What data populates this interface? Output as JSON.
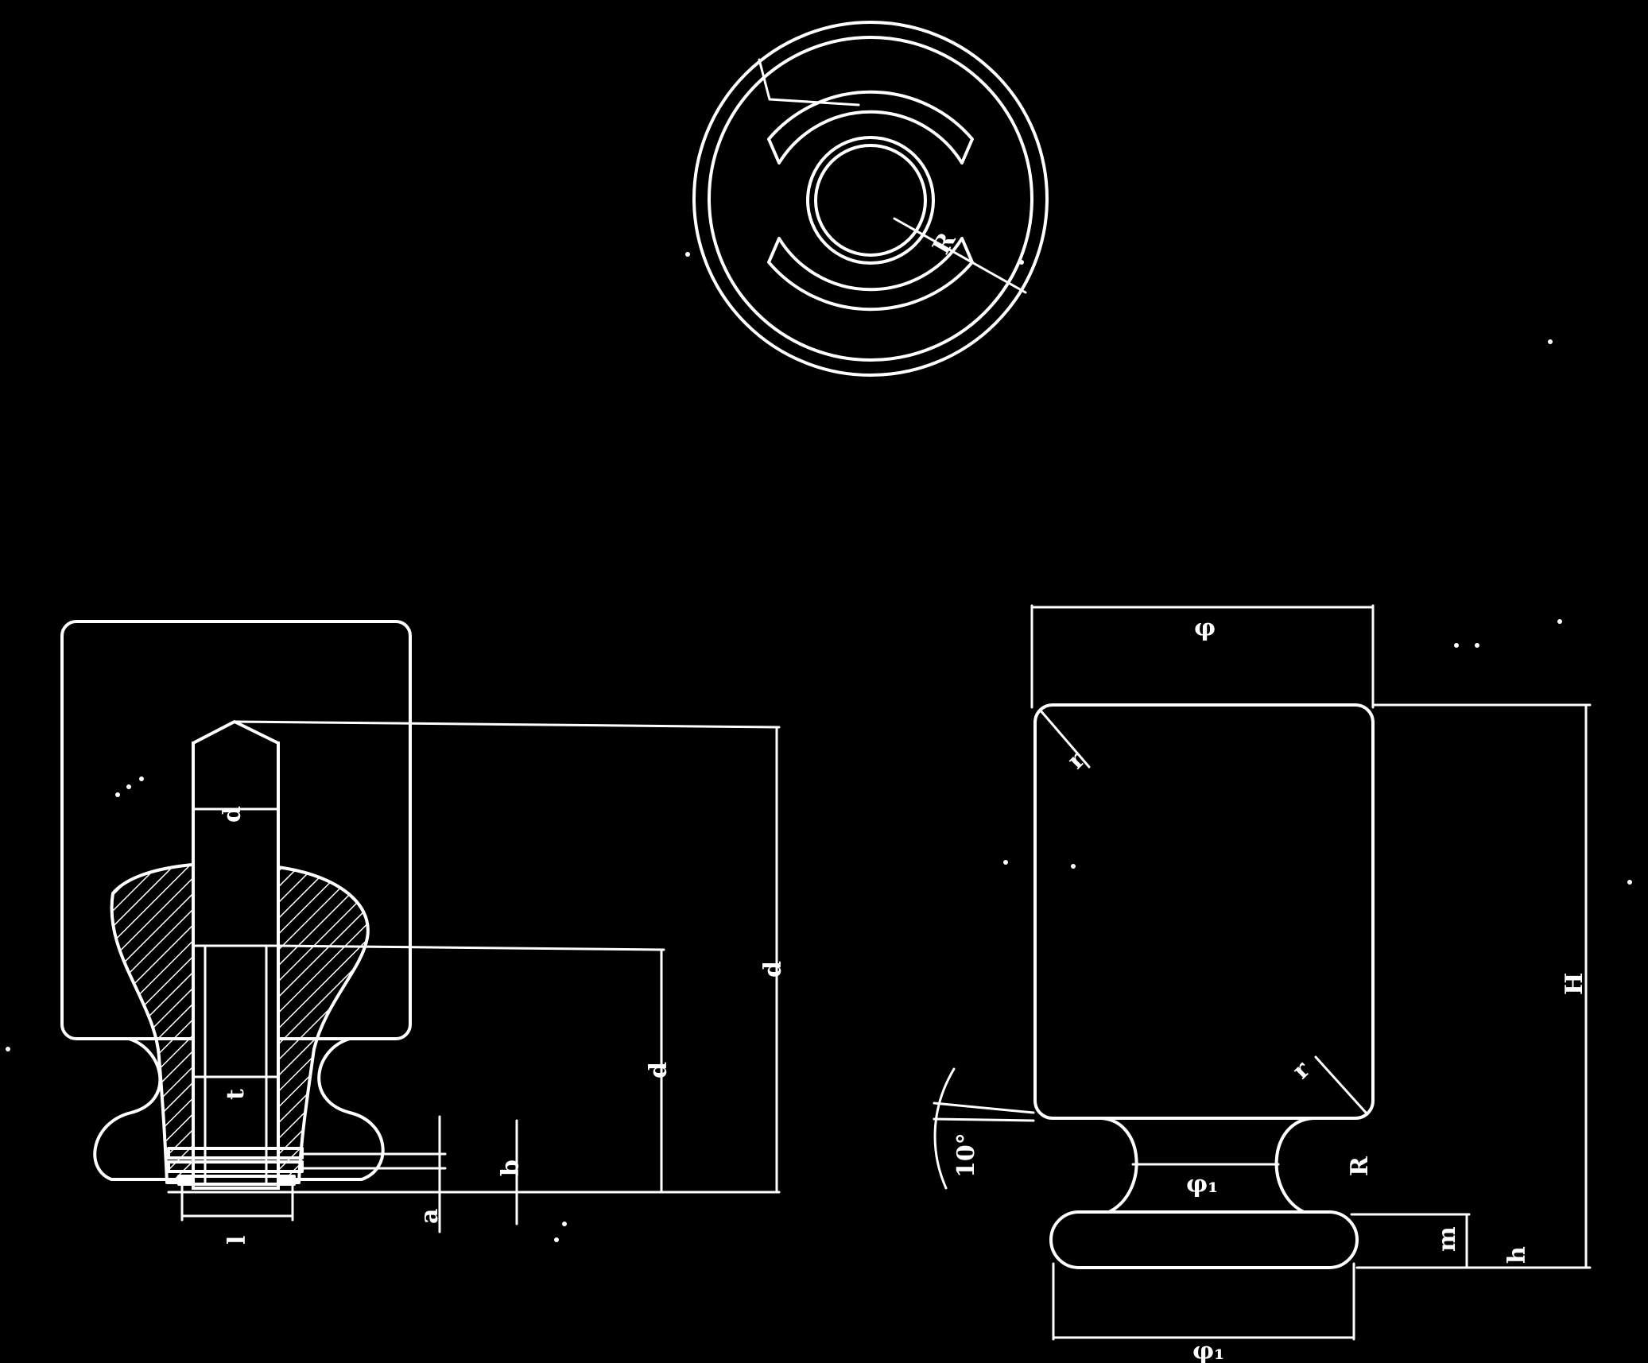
{
  "colors": {
    "background": "#000000",
    "linework": "#ffffff"
  },
  "plan_view": {
    "labels": {
      "radius": "R"
    }
  },
  "section_view": {
    "labels": {
      "pin_width": "d",
      "overall_depth": "d",
      "inner_depth": "d",
      "bore": "t",
      "base_gap_a": "a",
      "base_gap_b": "b",
      "base_width": "l"
    },
    "hatch_pattern": "diagonal-hatch"
  },
  "elevation_view": {
    "labels": {
      "top_diameter": "φ",
      "corner_radius_top": "r",
      "corner_radius_bottom": "r",
      "overall_height": "H",
      "neck_diameter": "φ₁",
      "neck_radius": "R",
      "base_thickness": "m",
      "base_height": "h",
      "base_diameter": "φ₁",
      "angle": "10°"
    }
  }
}
